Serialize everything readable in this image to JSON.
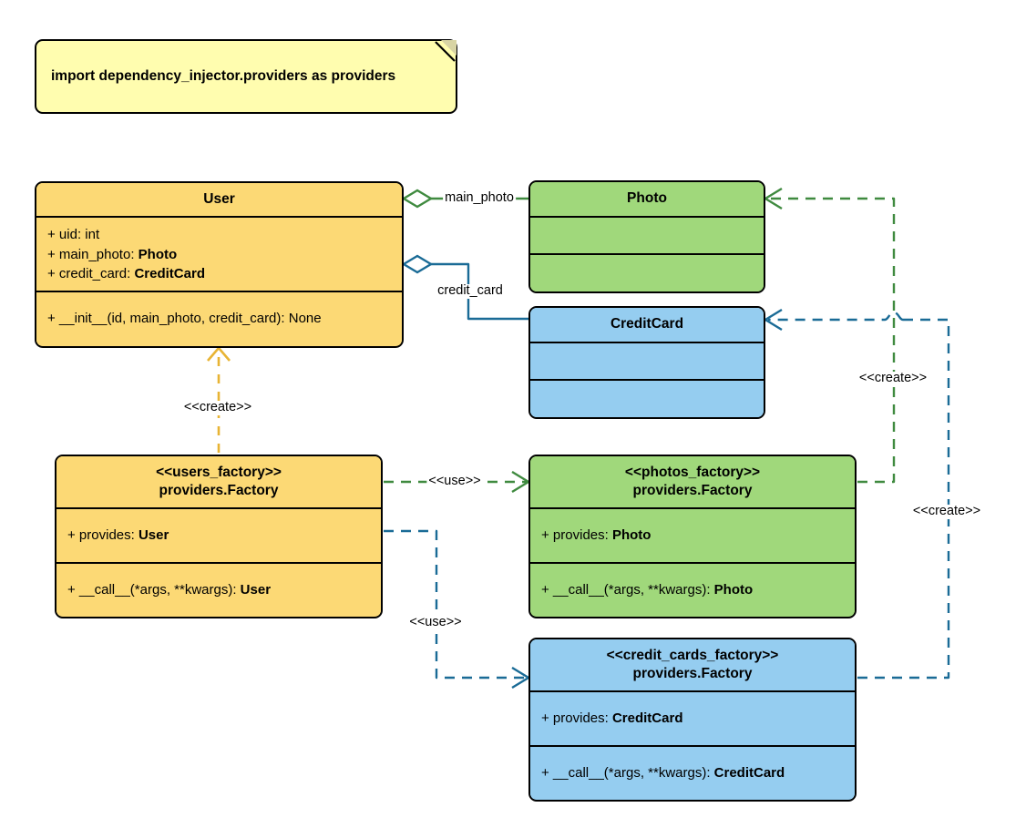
{
  "diagram": {
    "title": "Dependency Injector factory providers UML class diagram",
    "colors": {
      "yellow_fill": "#FCD975",
      "green_fill": "#A0D87B",
      "blue_fill": "#95CDF0",
      "note_fill": "#FFFDAF",
      "green_edge": "#3F8A3F",
      "blue_edge": "#1A6B96",
      "orange_edge": "#E8B434",
      "outline": "#000000"
    }
  },
  "note": {
    "text": "import dependency_injector.providers as providers"
  },
  "classes": {
    "user": {
      "name": "User",
      "attributes": [
        {
          "prefix": "+ uid: ",
          "type": "int",
          "type_bold": false
        },
        {
          "prefix": "+ main_photo: ",
          "type": "Photo",
          "type_bold": true
        },
        {
          "prefix": "+ credit_card: ",
          "type": "CreditCard",
          "type_bold": true
        }
      ],
      "methods": [
        {
          "prefix": "+ __init__(id, main_photo, credit_card): ",
          "type": "None",
          "type_bold": false
        }
      ]
    },
    "photo": {
      "name": "Photo",
      "attributes": [],
      "methods": []
    },
    "credit_card": {
      "name": "CreditCard",
      "attributes": [],
      "methods": []
    },
    "users_factory": {
      "stereotype": "<<users_factory>>",
      "name": "providers.Factory",
      "attributes": [
        {
          "prefix": "+ provides: ",
          "type": "User",
          "type_bold": true
        }
      ],
      "methods": [
        {
          "prefix": "+ __call__(*args, **kwargs): ",
          "type": "User",
          "type_bold": true
        }
      ]
    },
    "photos_factory": {
      "stereotype": "<<photos_factory>>",
      "name": "providers.Factory",
      "attributes": [
        {
          "prefix": "+ provides: ",
          "type": "Photo",
          "type_bold": true
        }
      ],
      "methods": [
        {
          "prefix": "+ __call__(*args, **kwargs): ",
          "type": "Photo",
          "type_bold": true
        }
      ]
    },
    "credit_cards_factory": {
      "stereotype": "<<credit_cards_factory>>",
      "name": "providers.Factory",
      "attributes": [
        {
          "prefix": "+ provides: ",
          "type": "CreditCard",
          "type_bold": true
        }
      ],
      "methods": [
        {
          "prefix": "+ __call__(*args, **kwargs): ",
          "type": "CreditCard",
          "type_bold": true
        }
      ]
    }
  },
  "relations": {
    "user_main_photo": {
      "label": "main_photo",
      "kind": "aggregation",
      "from": "User",
      "to": "Photo",
      "color": "#3F8A3F"
    },
    "user_credit_card": {
      "label": "credit_card",
      "kind": "aggregation",
      "from": "User",
      "to": "CreditCard",
      "color": "#1A6B96"
    },
    "users_factory_create": {
      "label": "<<create>>",
      "kind": "dependency",
      "from": "users_factory",
      "to": "User",
      "color": "#E8B434"
    },
    "users_uses_photos": {
      "label": "<<use>>",
      "kind": "dependency",
      "from": "users_factory",
      "to": "photos_factory",
      "color": "#3F8A3F"
    },
    "users_uses_credit_cards": {
      "label": "<<use>>",
      "kind": "dependency",
      "from": "users_factory",
      "to": "credit_cards_factory",
      "color": "#1A6B96"
    },
    "photos_factory_create": {
      "label": "<<create>>",
      "kind": "dependency",
      "from": "photos_factory",
      "to": "Photo",
      "color": "#3F8A3F"
    },
    "credit_cards_factory_create": {
      "label": "<<create>>",
      "kind": "dependency",
      "from": "credit_cards_factory",
      "to": "CreditCard",
      "color": "#1A6B96"
    }
  }
}
